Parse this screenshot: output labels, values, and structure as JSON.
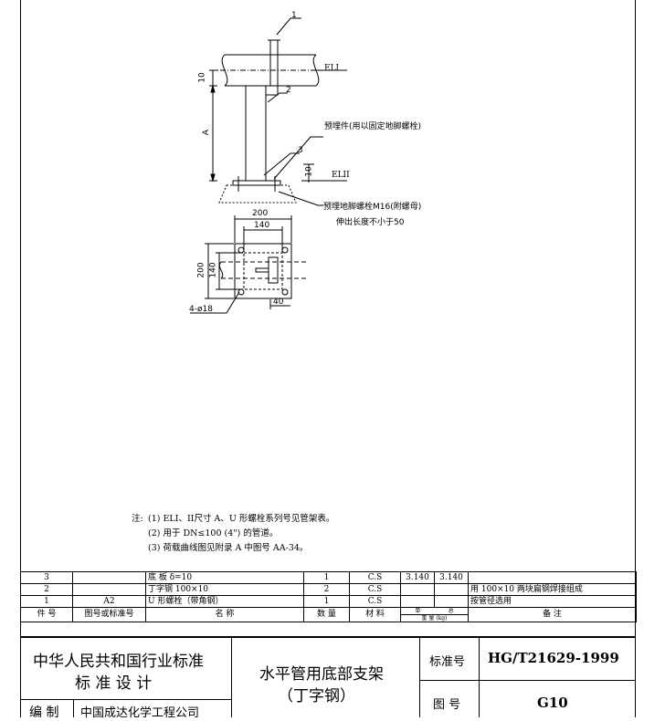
{
  "drawing": {
    "callout_1": "1",
    "callout_2": "2",
    "callout_3": "3",
    "el1": "ELI",
    "el2": "ELII",
    "dim_10_top": "10",
    "dim_A": "A",
    "dim_10_bottom": "10",
    "embedded_part": "预埋件(用以固定地脚螺栓)",
    "anchor_bolt": "预埋地脚螺栓M16(附螺母)",
    "anchor_bolt_note": "伸出长度不小于50",
    "plan_dim_200": "200",
    "plan_dim_140": "140",
    "plan_dim_200_v": "200",
    "plan_dim_140_v": "140",
    "plan_dim_40": "40",
    "holes": "4-ø18"
  },
  "notes": {
    "prefix": "注:",
    "lines": [
      "(1) ELI、II尺寸 A、U 形螺栓系列号见管架表。",
      "(2) 用于 DN≤100 (4\") 的管道。",
      "(3) 荷载曲线图见附录 A 中图号 AA-34。"
    ]
  },
  "parts_table": {
    "rows": [
      {
        "no": "3",
        "ref": "",
        "name": "底 板  δ=10",
        "qty": "1",
        "material": "C.S",
        "unit_wt": "3.140",
        "total_wt": "3.140",
        "remark": ""
      },
      {
        "no": "2",
        "ref": "",
        "name": "丁字钢  100×10",
        "qty": "2",
        "material": "C.S",
        "unit_wt": "",
        "total_wt": "",
        "remark": "用 100×10 两块扁钢焊接组成"
      },
      {
        "no": "1",
        "ref": "A2",
        "name": "U 形螺栓（带角钢）",
        "qty": "1",
        "material": "C.S",
        "unit_wt": "",
        "total_wt": "",
        "remark": "按管径选用"
      }
    ],
    "header": {
      "no": "件 号",
      "ref": "图号或标准号",
      "name": "名          称",
      "qty": "数 量",
      "material": "材 料",
      "unit": "单",
      "total": "总",
      "weight": "重 量 (kg)",
      "remark": "备          注"
    }
  },
  "title_block": {
    "standard_line1": "中华人民共和国行业标准",
    "standard_line2": "标 准 设 计",
    "title_line1": "水平管用底部支架",
    "title_line2": "（丁字钢）",
    "std_no_label": "标准号",
    "std_no": "HG/T21629-1999",
    "drawing_no_label": "图  号",
    "drawing_no": "G10",
    "compiled_label": "编 制",
    "compiled_by": "中国成达化学工程公司"
  }
}
